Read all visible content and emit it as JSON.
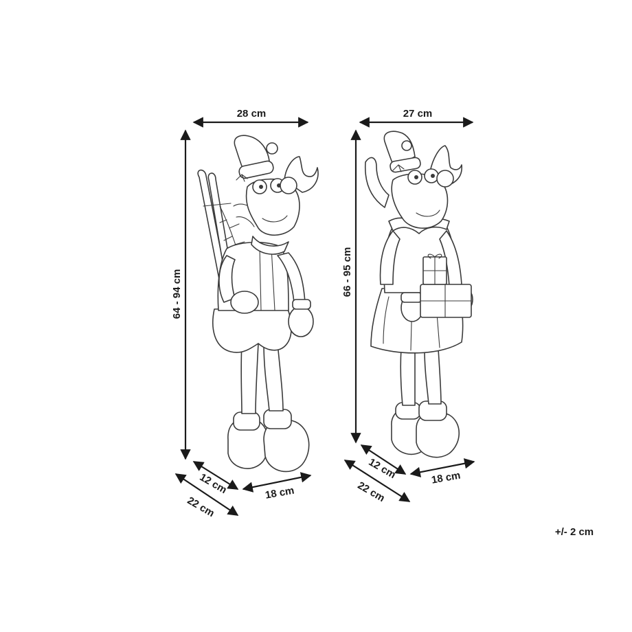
{
  "figures": [
    {
      "name": "moose-with-skis",
      "dimensions": {
        "width": "28 cm",
        "height": "64 - 94 cm",
        "depth_front": "12 cm",
        "depth_base": "22 cm",
        "base_width": "18 cm"
      }
    },
    {
      "name": "moose-with-gifts",
      "dimensions": {
        "width": "27 cm",
        "height": "66 - 95 cm",
        "depth_front": "12 cm",
        "depth_base": "22 cm",
        "base_width": "18 cm"
      }
    }
  ],
  "tolerance": "+/- 2 cm",
  "colors": {
    "line": "#3a3a3a",
    "text": "#1a1a1a",
    "background": "#ffffff"
  }
}
